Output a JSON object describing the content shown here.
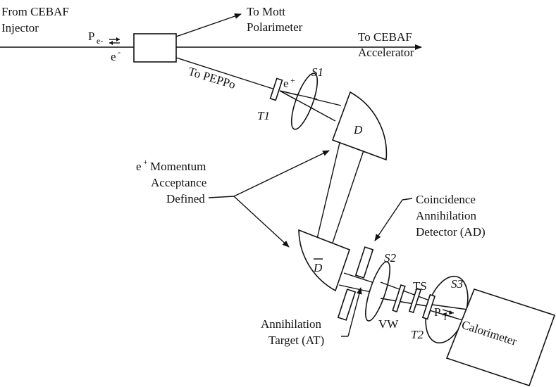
{
  "labels": {
    "from_line1": "From CEBAF",
    "from_line2": "Injector",
    "pe_p": "P",
    "pe_sub": "e-",
    "e_minus": "e",
    "e_minus_sup": "-",
    "to_mott_line1": "To Mott",
    "to_mott_line2": "Polarimeter",
    "to_cebaf_line1": "To CEBAF",
    "to_cebaf_line2": "Accelerator",
    "to_peppo": "To PEPPo",
    "e_plus": "e",
    "e_plus_sup": "+",
    "t1": "T1",
    "s1": "S1",
    "d_upper": "D",
    "momentum_prefix": "e",
    "momentum_sup": "+",
    "momentum_line1": "Momentum",
    "momentum_line2": "Acceptance",
    "momentum_line3": "Defined",
    "coinc_line1": "Coincidence",
    "coinc_line2": "Annihilation",
    "coinc_line3": "Detector (AD)",
    "d_lower": "D",
    "s2": "S2",
    "ts": "TS",
    "s3": "S3",
    "vw": "VW",
    "t2": "T2",
    "pt_p": "P",
    "pt_sub": "T",
    "annih_line1": "Annihilation",
    "annih_line2": "Target (AT)",
    "calorimeter": "Calorimeter"
  },
  "colors": {
    "ink": "#111111",
    "background": "#ffffff"
  }
}
